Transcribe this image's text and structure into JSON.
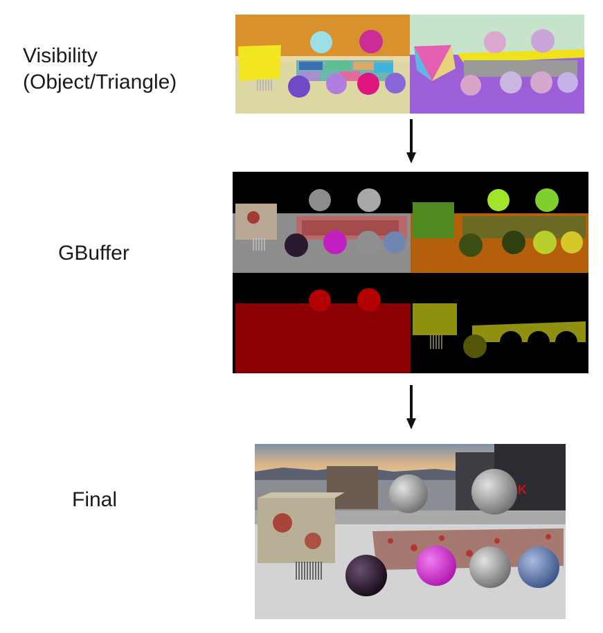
{
  "stages": [
    {
      "label_line1": "Visibility",
      "label_line2": "(Object/Triangle)"
    },
    {
      "label": "GBuffer"
    },
    {
      "label": "Final"
    }
  ],
  "colors": {
    "arrow": "#111111",
    "visibility_left_sky": "#d9912e",
    "visibility_left_floor": "#dcd7a3",
    "visibility_right_sky": "#c6e3cb",
    "visibility_right_floor": "#9d5fd8",
    "gbuffer_bg": "#000000",
    "gbuffer_albedo_floor": "#8d8d8d",
    "gbuffer_normal_floor": "#b45f0c",
    "gbuffer_red": "#8b0000",
    "gbuffer_yellow": "#8f8f10"
  },
  "icons": [
    "down-arrow-icon",
    "down-arrow-icon"
  ]
}
